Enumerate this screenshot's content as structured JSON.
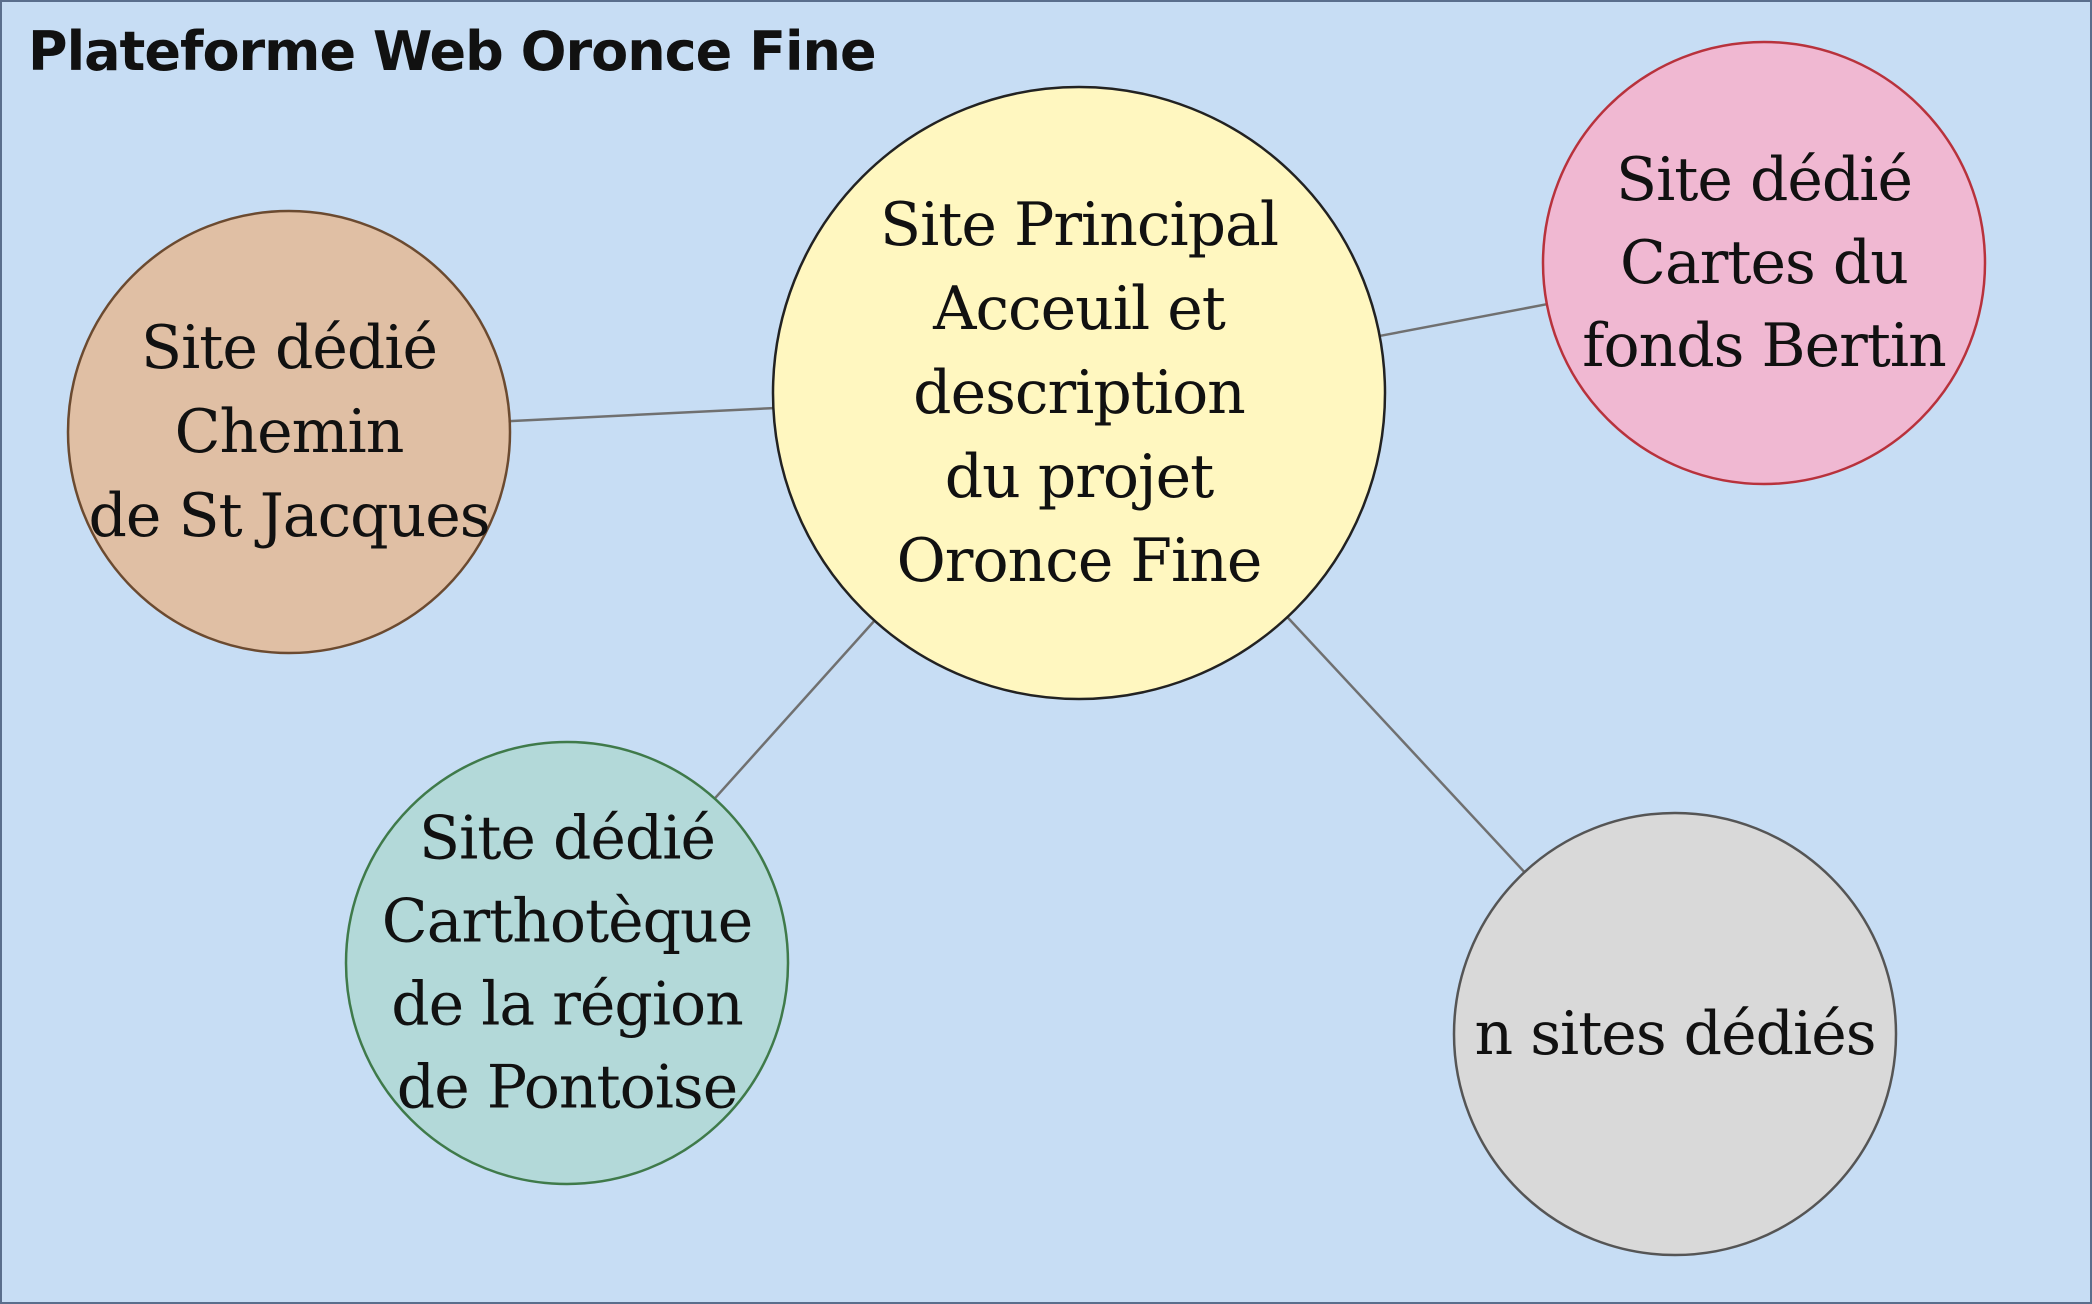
{
  "title": "Plateforme Web Oronce Fine",
  "colors": {
    "background": "#c7ddf4",
    "connector": "#707070"
  },
  "nodes": [
    {
      "id": "main",
      "lines": [
        "Site Principal",
        "Acceuil et",
        "description",
        "du projet",
        "Oronce Fine"
      ],
      "fill": "#fff7c0",
      "stroke": "#222222"
    },
    {
      "id": "chemin",
      "lines": [
        "Site dédié",
        "Chemin",
        "de St Jacques"
      ],
      "fill": "#e0bfa4",
      "stroke": "#6b4a30"
    },
    {
      "id": "bertin",
      "lines": [
        "Site dédié",
        "Cartes du",
        "fonds Bertin"
      ],
      "fill": "#f0b8d2",
      "stroke": "#b8323c"
    },
    {
      "id": "pontoise",
      "lines": [
        "Site dédié",
        "Carthotèque",
        "de la région",
        "de Pontoise"
      ],
      "fill": "#b3d9d9",
      "stroke": "#3f7a4a"
    },
    {
      "id": "nsites",
      "lines": [
        "n sites dédiés"
      ],
      "fill": "#d9d9d9",
      "stroke": "#555555"
    }
  ],
  "edges": [
    {
      "from": "main",
      "to": "chemin"
    },
    {
      "from": "main",
      "to": "bertin"
    },
    {
      "from": "main",
      "to": "pontoise"
    },
    {
      "from": "main",
      "to": "nsites"
    }
  ]
}
